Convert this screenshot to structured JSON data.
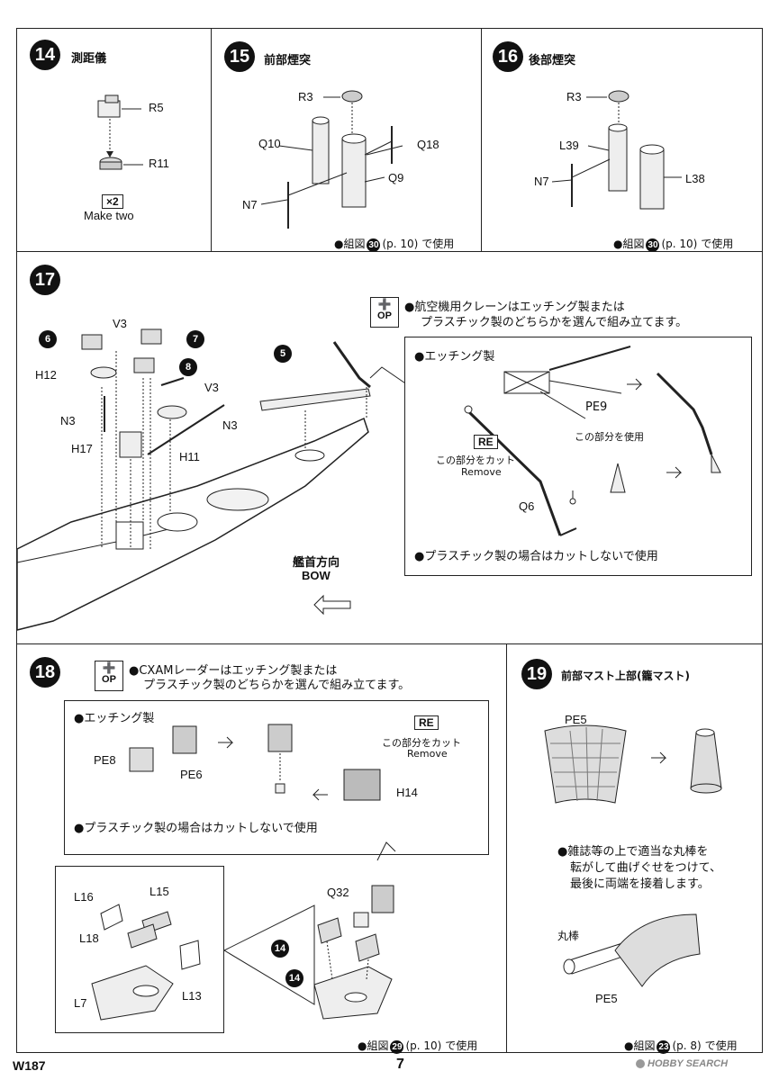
{
  "steps": {
    "s14": {
      "num": "14",
      "title": "測距儀",
      "labels": {
        "r5": "R5",
        "r11": "R11"
      },
      "x2": "×2",
      "make_two": "Make two"
    },
    "s15": {
      "num": "15",
      "title": "前部煙突",
      "labels": {
        "r3": "R3",
        "q10": "Q10",
        "q18": "Q18",
        "q9": "Q9",
        "n7": "N7"
      },
      "ref": {
        "pre": "●組図",
        "num": "30",
        "page": "(p. 10)",
        "post": "で使用"
      }
    },
    "s16": {
      "num": "16",
      "title": "後部煙突",
      "labels": {
        "r3": "R3",
        "l39": "L39",
        "n7": "N7",
        "l38": "L38"
      },
      "ref": {
        "pre": "●組図",
        "num": "30",
        "page": "(p. 10)",
        "post": "で使用"
      }
    },
    "s17": {
      "num": "17",
      "op_top": "",
      "op_bottom": "OP",
      "note_line1": "●航空機用クレーンはエッチング製または",
      "note_line2": "プラスチック製のどちらかを選んで組み立てます。",
      "labels": {
        "v3a": "V3",
        "v3b": "V3",
        "h12": "H12",
        "n3a": "N3",
        "n3b": "N3",
        "h17": "H17",
        "h11": "H11"
      },
      "refs": {
        "r6": "6",
        "r7": "7",
        "r8": "8",
        "r5": "5"
      },
      "bow_jp": "艦首方向",
      "bow_en": "BOW",
      "box": {
        "etch": "●エッチング製",
        "pe9": "PE9",
        "re": "RE",
        "cut_jp": "この部分をカット",
        "cut_en": "Remove",
        "use_part": "この部分を使用",
        "q6": "Q6",
        "plastic": "●プラスチック製の場合はカットしないで使用"
      }
    },
    "s18": {
      "num": "18",
      "op_bottom": "OP",
      "note_line1": "●CXAMレーダーはエッチング製または",
      "note_line2": "プラスチック製のどちらかを選んで組み立てます。",
      "box": {
        "etch": "●エッチング製",
        "pe8": "PE8",
        "pe6": "PE6",
        "re": "RE",
        "cut_jp": "この部分をカット",
        "cut_en": "Remove",
        "h14": "H14",
        "plastic": "●プラスチック製の場合はカットしないで使用"
      },
      "labels": {
        "l16": "L16",
        "l15": "L15",
        "l18": "L18",
        "l7": "L7",
        "l13": "L13",
        "q32": "Q32"
      },
      "refs": {
        "a": "14",
        "b": "14"
      },
      "ref": {
        "pre": "●組図",
        "num": "29",
        "page": "(p. 10)",
        "post": "で使用"
      }
    },
    "s19": {
      "num": "19",
      "title": "前部マスト上部(籠マスト)",
      "pe5a": "PE5",
      "pe5b": "PE5",
      "rod": "丸棒",
      "note_line1": "●雑誌等の上で適当な丸棒を",
      "note_line2": "転がして曲げぐせをつけて、",
      "note_line3": "最後に両端を接着します。",
      "ref": {
        "pre": "●組図",
        "num": "23",
        "page": "(p. 8)",
        "post": "で使用"
      }
    }
  },
  "footer": {
    "code": "W187",
    "page": "7",
    "watermark": "HOBBY SEARCH"
  }
}
